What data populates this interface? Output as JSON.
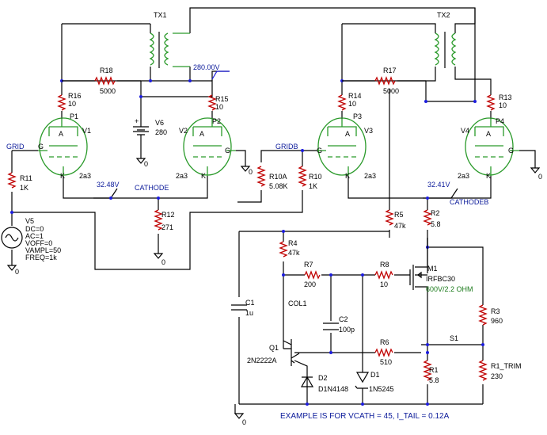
{
  "transformers": {
    "tx1": "TX1",
    "tx2": "TX2"
  },
  "tubes": {
    "v1": {
      "name": "V1",
      "part": "2a3",
      "plate": "P1"
    },
    "v2": {
      "name": "V2",
      "part": "2a3",
      "plate": "P2"
    },
    "v3": {
      "name": "V3",
      "part": "2a3",
      "plate": "P3"
    },
    "v4": {
      "name": "V4",
      "part": "2a3",
      "plate": "P4"
    },
    "pin_a": "A",
    "pin_g": "G",
    "pin_k": "K"
  },
  "resistors": {
    "r16": {
      "name": "R16",
      "value": "10"
    },
    "r18": {
      "name": "R18",
      "value": "5000"
    },
    "r15": {
      "name": "R15",
      "value": "10"
    },
    "r14": {
      "name": "R14",
      "value": "10"
    },
    "r17": {
      "name": "R17",
      "value": "5000"
    },
    "r13": {
      "name": "R13",
      "value": "10"
    },
    "r11": {
      "name": "R11",
      "value": "1K"
    },
    "r12": {
      "name": "R12",
      "value": "271"
    },
    "r10a": {
      "name": "R10A",
      "value": "5.08K"
    },
    "r10": {
      "name": "R10",
      "value": "1K"
    },
    "r5": {
      "name": "R5",
      "value": "47k"
    },
    "r2": {
      "name": "R2",
      "value": "5.8"
    },
    "r4": {
      "name": "R4",
      "value": "47k"
    },
    "r7": {
      "name": "R7",
      "value": "200"
    },
    "r8": {
      "name": "R8",
      "value": "10"
    },
    "r3": {
      "name": "R3",
      "value": "960"
    },
    "r6": {
      "name": "R6",
      "value": "510"
    },
    "r1": {
      "name": "R1",
      "value": "5.8"
    },
    "r1_trim": {
      "name": "R1_TRIM",
      "value": "230"
    }
  },
  "sources": {
    "v6": {
      "name": "V6",
      "value": "280"
    },
    "v5": {
      "name": "V5",
      "params": [
        "DC=0",
        "AC=1",
        "VOFF=0",
        "VAMPL=50",
        "FREQ=1k"
      ]
    }
  },
  "capacitors": {
    "c1": {
      "name": "C1",
      "value": "1u"
    },
    "c2": {
      "name": "C2",
      "value": "100p"
    }
  },
  "semis": {
    "m1": {
      "name": "M1",
      "part": "IRFBC30",
      "note": "600V/2.2 OHM"
    },
    "q1": {
      "name": "Q1",
      "part": "2N2222A"
    },
    "d1": {
      "name": "D1",
      "part": "1N5245"
    },
    "d2": {
      "name": "D2",
      "part": "D1N4148"
    }
  },
  "nets": {
    "grid": "GRID",
    "gridb": "GRIDB",
    "cathode": "CATHODE",
    "cathodeb": "CATHODEB",
    "col1": "COL1",
    "s1": "S1"
  },
  "voltages": {
    "plate_v2": "280.00V",
    "cathode": "32.48V",
    "cathodeb": "32.41V"
  },
  "ground": "0",
  "plus_marker": "+",
  "footer_note": "EXAMPLE IS FOR VCATH = 45, I_TAIL = 0.12A"
}
